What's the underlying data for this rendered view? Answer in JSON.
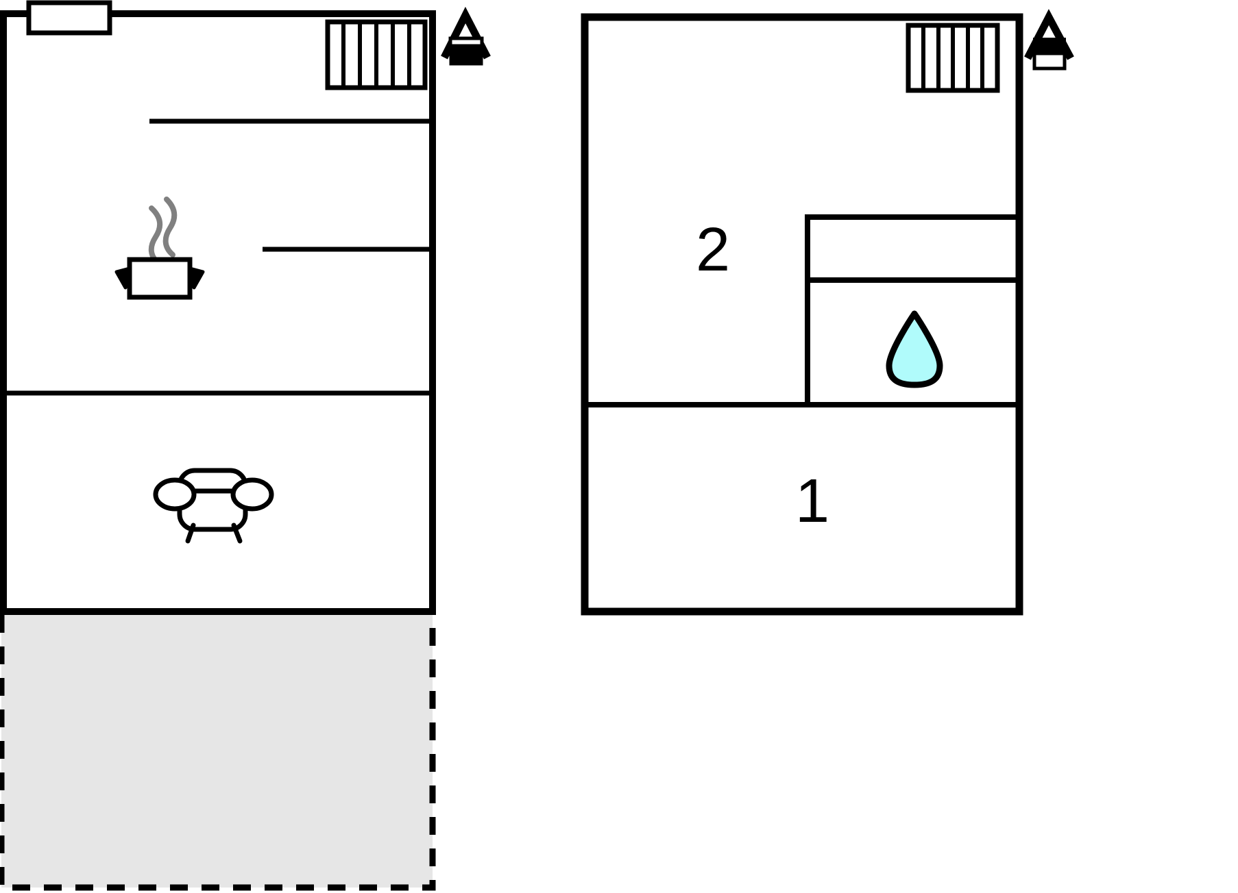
{
  "document": {
    "kind": "floor-plan",
    "title": "",
    "background_color": "#ffffff",
    "line_color": "#000000",
    "terrace_fill": "#e6e6e6",
    "water_fill": "#b0fbfb",
    "steam_color": "#808080"
  },
  "floors": [
    {
      "id": "ground-floor",
      "name": "ground-floor-plan",
      "rooms": [],
      "symbols": [
        {
          "name": "window-symbol",
          "label": ""
        },
        {
          "name": "staircase-symbol",
          "label": "",
          "treads": 6
        },
        {
          "name": "cooking-pot-symbol",
          "label": ""
        },
        {
          "name": "sofa-symbol",
          "label": ""
        },
        {
          "name": "terrace-area",
          "label": ""
        },
        {
          "name": "north-house-marker",
          "label": ""
        }
      ]
    },
    {
      "id": "first-floor",
      "name": "first-floor-plan",
      "rooms": [
        {
          "number": "2",
          "name": "room-label-2"
        },
        {
          "number": "1",
          "name": "room-label-1"
        }
      ],
      "symbols": [
        {
          "name": "staircase-symbol",
          "label": "",
          "treads": 6
        },
        {
          "name": "water-drop-symbol",
          "label": ""
        },
        {
          "name": "north-house-marker",
          "label": ""
        }
      ]
    }
  ],
  "labels": {
    "room_2": "2",
    "room_1": "1"
  }
}
